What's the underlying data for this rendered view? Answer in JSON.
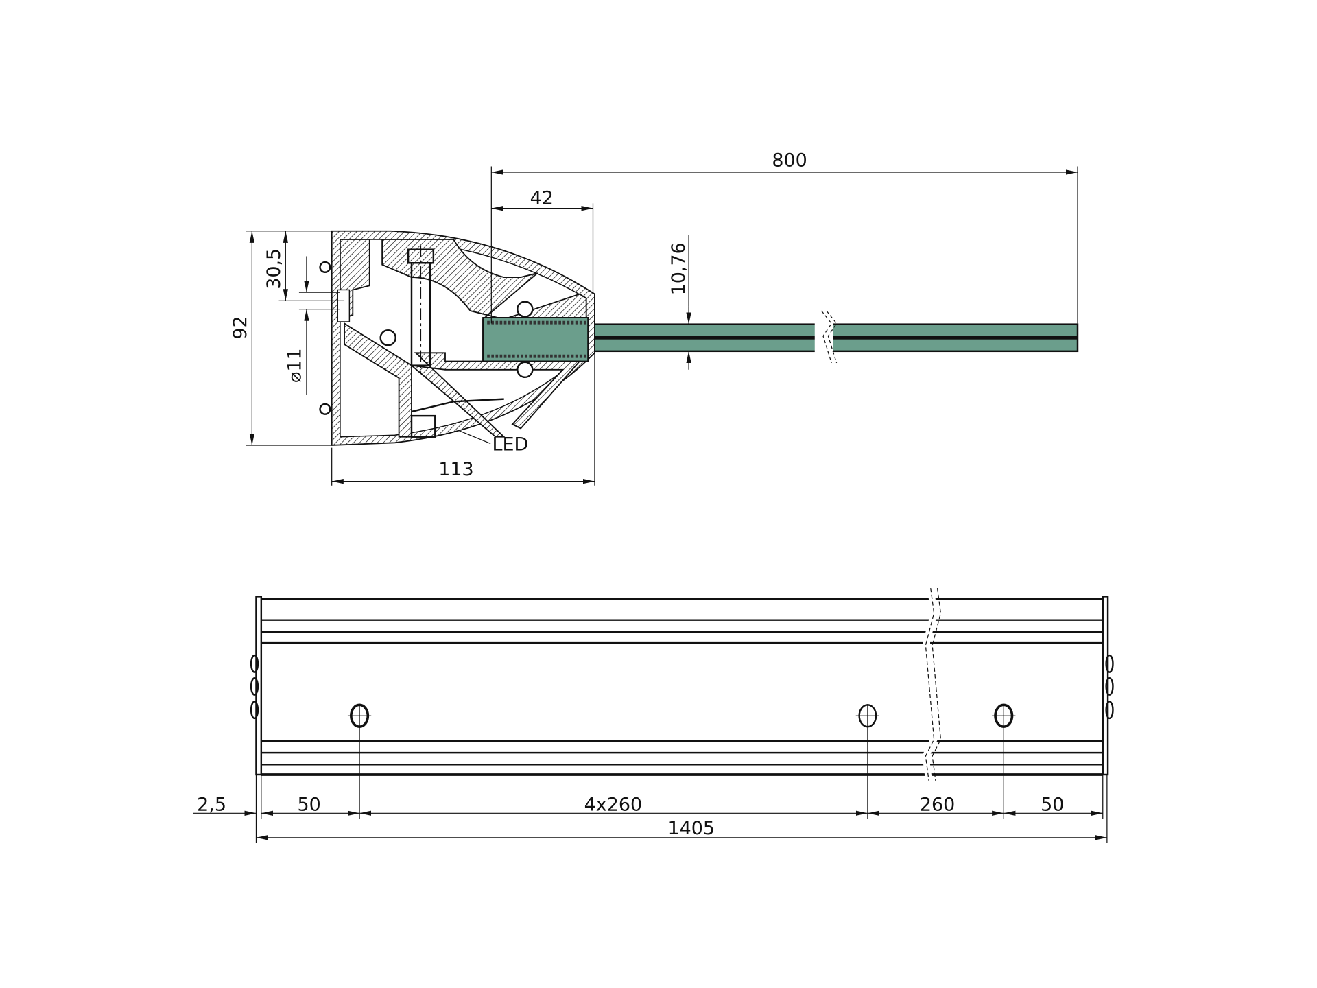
{
  "drawing": {
    "section_view": {
      "dimensions": {
        "glass_length": "800",
        "clamp_depth": "42",
        "glass_thickness": "10,76",
        "height": "92",
        "hole_offset": "30,5",
        "hole_diameter": "⌀11",
        "width": "113"
      },
      "labels": {
        "led": "LED"
      },
      "colors": {
        "glass": "#6b9e8c",
        "line": "#111111"
      }
    },
    "front_view": {
      "dimensions": {
        "end_cap": "2,5",
        "first_spacing": "50",
        "repeat_spacing": "4x260",
        "spacing": "260",
        "last_spacing": "50",
        "total_length": "1405"
      }
    }
  }
}
